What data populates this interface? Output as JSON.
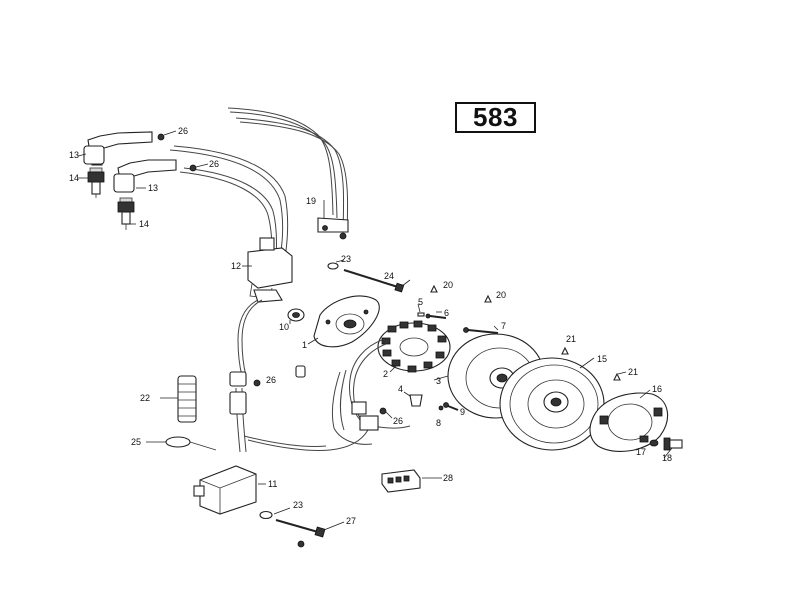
{
  "model_label": "583",
  "callouts": [
    {
      "id": "26a",
      "text": "26"
    },
    {
      "id": "13a",
      "text": "13"
    },
    {
      "id": "14a",
      "text": "14"
    },
    {
      "id": "26b",
      "text": "26"
    },
    {
      "id": "13b",
      "text": "13"
    },
    {
      "id": "14b",
      "text": "14"
    },
    {
      "id": "19",
      "text": "19"
    },
    {
      "id": "12",
      "text": "12"
    },
    {
      "id": "23a",
      "text": "23"
    },
    {
      "id": "24",
      "text": "24"
    },
    {
      "id": "20a",
      "text": "20"
    },
    {
      "id": "20b",
      "text": "20"
    },
    {
      "id": "5",
      "text": "5"
    },
    {
      "id": "6",
      "text": "6"
    },
    {
      "id": "7",
      "text": "7"
    },
    {
      "id": "10",
      "text": "10"
    },
    {
      "id": "1",
      "text": "1"
    },
    {
      "id": "2",
      "text": "2"
    },
    {
      "id": "21a",
      "text": "21"
    },
    {
      "id": "15",
      "text": "15"
    },
    {
      "id": "21b",
      "text": "21"
    },
    {
      "id": "16",
      "text": "16"
    },
    {
      "id": "3",
      "text": "3"
    },
    {
      "id": "4",
      "text": "4"
    },
    {
      "id": "9",
      "text": "9"
    },
    {
      "id": "8",
      "text": "8"
    },
    {
      "id": "26c",
      "text": "26"
    },
    {
      "id": "26d",
      "text": "26"
    },
    {
      "id": "22",
      "text": "22"
    },
    {
      "id": "25",
      "text": "25"
    },
    {
      "id": "17",
      "text": "17"
    },
    {
      "id": "18",
      "text": "18"
    },
    {
      "id": "11",
      "text": "11"
    },
    {
      "id": "28",
      "text": "28"
    },
    {
      "id": "23b",
      "text": "23"
    },
    {
      "id": "27",
      "text": "27"
    }
  ]
}
